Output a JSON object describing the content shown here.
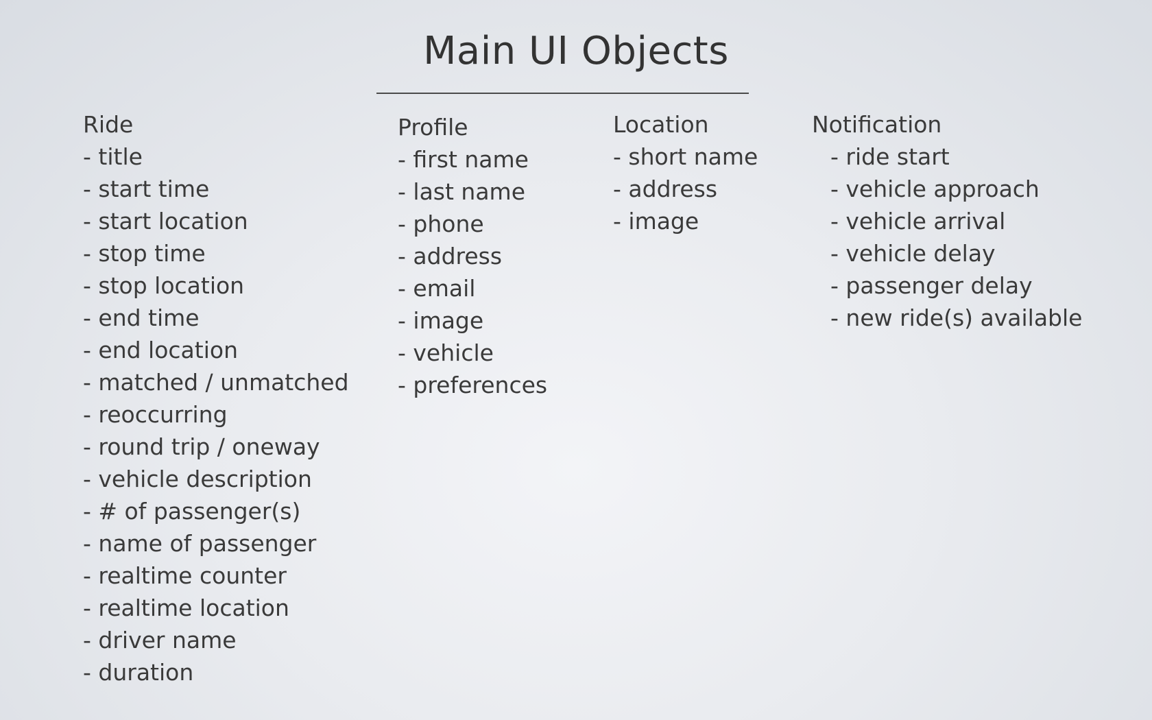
{
  "slide": {
    "title": "Main UI Objects"
  },
  "columns": {
    "ride": {
      "heading": "Ride",
      "items": [
        "- title",
        "- start time",
        "- start location",
        "- stop time",
        "- stop location",
        "- end time",
        "- end location",
        "- matched / unmatched",
        "- reoccurring",
        "- round trip / oneway",
        "- vehicle description",
        "- # of passenger(s)",
        "- name of passenger",
        "- realtime counter",
        "- realtime location",
        "- driver name",
        "- duration"
      ]
    },
    "profile": {
      "heading": "Profile",
      "items": [
        "- first name",
        "- last name",
        "- phone",
        "- address",
        "- email",
        "- image",
        "- vehicle",
        "- preferences"
      ]
    },
    "location": {
      "heading": "Location",
      "items": [
        "- short name",
        "- address",
        "- image"
      ]
    },
    "notification": {
      "heading": "Notification",
      "items": [
        "- ride start",
        "- vehicle approach",
        "- vehicle arrival",
        "- vehicle delay",
        "- passenger delay",
        "- new ride(s) available"
      ]
    }
  }
}
